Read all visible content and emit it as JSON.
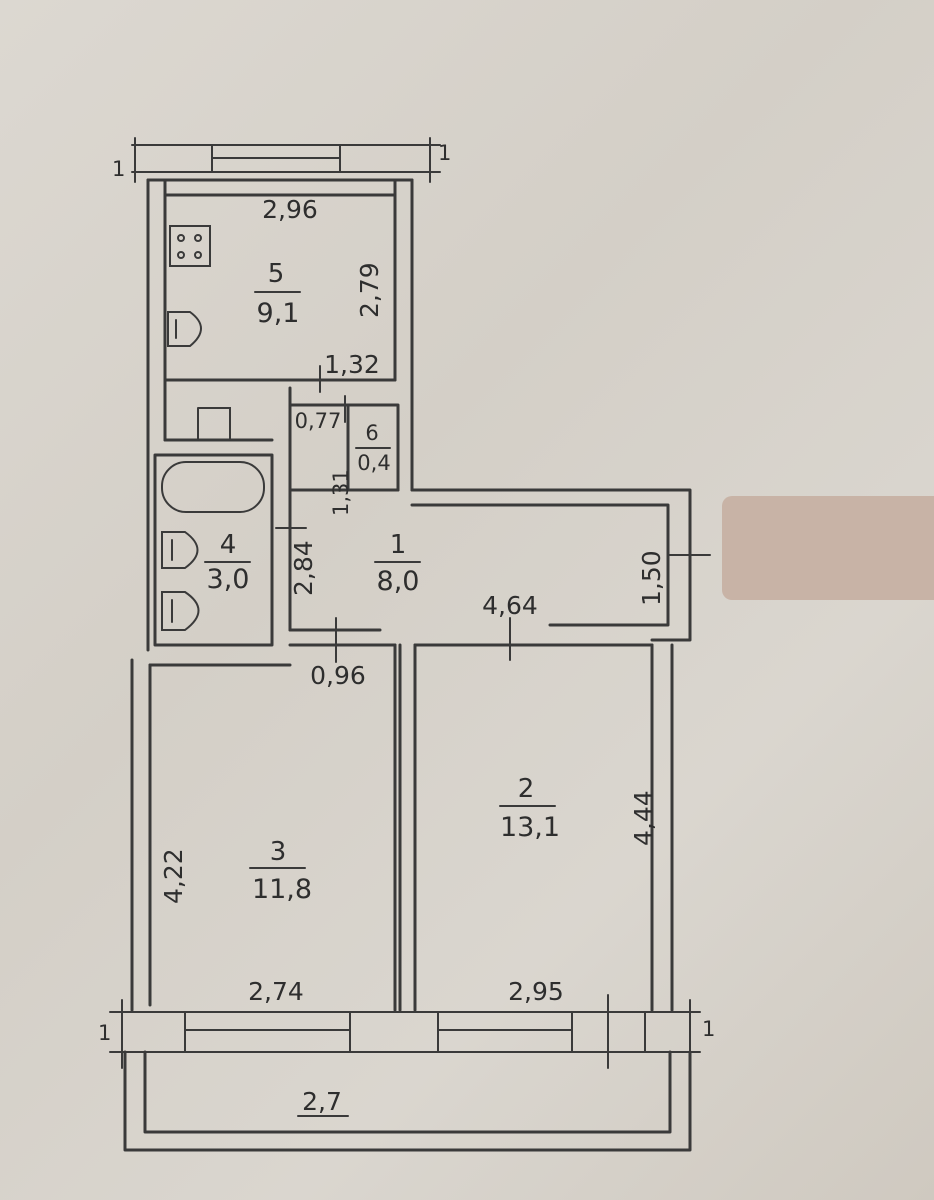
{
  "plan": {
    "window_marks": [
      "1",
      "1",
      "1",
      "1"
    ],
    "rooms": [
      {
        "id": "room-1",
        "number": "1",
        "area": "8,0"
      },
      {
        "id": "room-2",
        "number": "2",
        "area": "13,1"
      },
      {
        "id": "room-3",
        "number": "3",
        "area": "11,8"
      },
      {
        "id": "room-4",
        "number": "4",
        "area": "3,0"
      },
      {
        "id": "room-5",
        "number": "5",
        "area": "9,1"
      },
      {
        "id": "room-6",
        "number": "6",
        "area": "0,4"
      }
    ],
    "dimensions": {
      "kitchen_width": "2,96",
      "kitchen_depth": "2,79",
      "kitchen_bottom": "1,32",
      "closet_width": "0,77",
      "closet_depth": "1,31",
      "bath_depth": "2,84",
      "hall_length": "4,64",
      "hall_width": "1,50",
      "door_width": "0,96",
      "room3_depth": "4,22",
      "room3_width": "2,74",
      "room2_depth": "4,44",
      "room2_width": "2,95",
      "balcony_width": "2,7"
    }
  }
}
